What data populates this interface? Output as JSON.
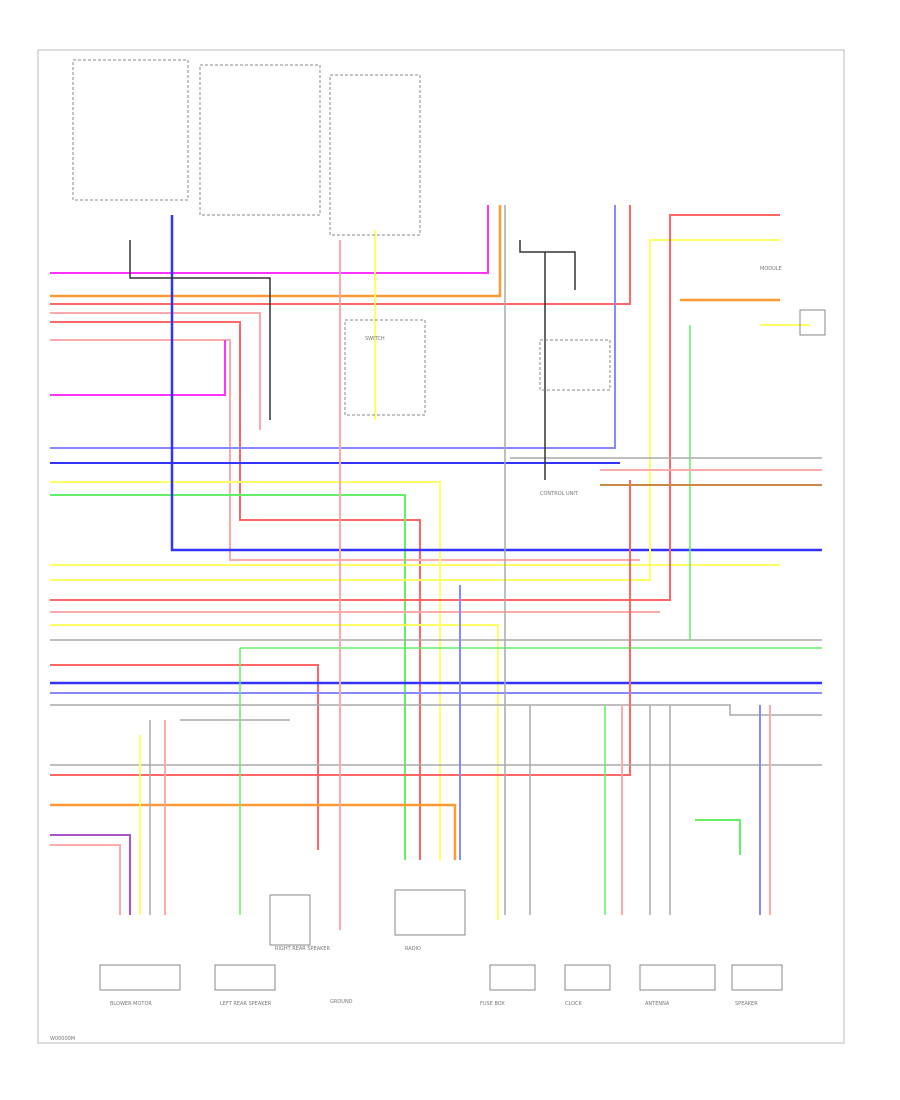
{
  "diagram": {
    "code": "W00000M",
    "wire_colors": {
      "red": "#ff6666",
      "orange": "#ff9933",
      "pink": "#ffaaaa",
      "magenta": "#ff33ff",
      "blue": "#3333ff",
      "lightblue": "#8888ff",
      "yellow": "#ffff66",
      "green": "#66ee66",
      "brown": "#cc8844",
      "gray": "#aaaaaa",
      "black": "#333333",
      "purple": "#aa55cc"
    },
    "components": [
      "BLOWER MOTOR",
      "LEFT REAR SPEAKER",
      "RIGHT REAR SPEAKER",
      "RADIO",
      "FUSE BOX",
      "CLOCK",
      "ANTENNA",
      "SPEAKER",
      "CONTROL UNIT",
      "SWITCH",
      "MODULE",
      "GROUND"
    ]
  }
}
